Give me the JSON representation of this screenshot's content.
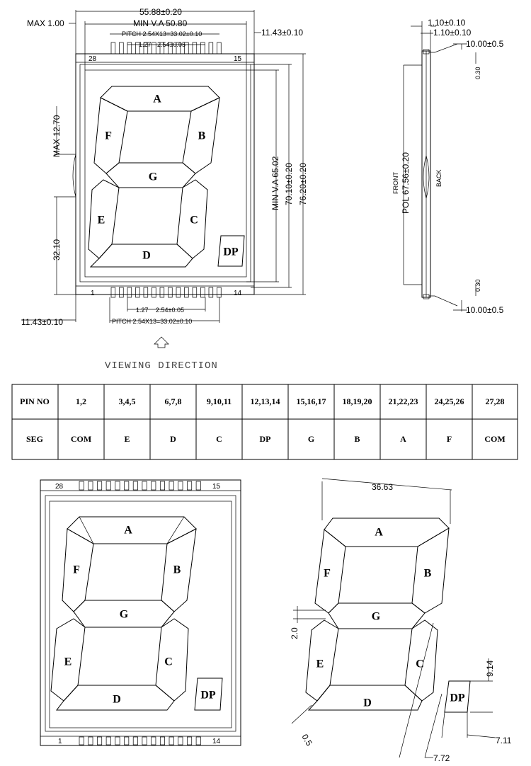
{
  "top_view": {
    "dim_width": "55.88±0.20",
    "dim_max_left": "MAX 1.00",
    "dim_min_va": "MIN  V.A  50.80",
    "dim_right_offset": "11.43±0.10",
    "dim_pitch_top": "PITCH  2.54X13=33.02±0.10",
    "dim_pitch_small_top": "1.27",
    "dim_pitch_step_top": "2.54±0.05",
    "pin_28": "28",
    "pin_15": "15",
    "pin_1": "1",
    "pin_14": "14",
    "dim_max_height": "MAX  12.70",
    "dim_32": "32.10",
    "dim_min_va_h": "MIN  V.A  65.02",
    "dim_70": "70.10±0.20",
    "dim_76": "76.20±0.20",
    "dim_left_offset": "11.43±0.10",
    "dim_pitch_small_bot": "1.27",
    "dim_pitch_step_bot": "2.54±0.05",
    "dim_pitch_bot": "PITCH  2.54X13=33.02±0.10",
    "segments": {
      "a": "A",
      "b": "B",
      "c": "C",
      "d": "D",
      "e": "E",
      "f": "F",
      "g": "G",
      "dp": "DP"
    }
  },
  "side_view": {
    "dim_110a": "1.10±0.10",
    "dim_110b": "1.10±0.10",
    "dim_10_top": "10.00±0.5",
    "dim_030_top": "0.30",
    "front": "FRONT",
    "pol": "POL  67.56±0.20",
    "back": "BACK",
    "dim_030_bot": "0.30",
    "dim_10_bot": "10.00±0.5"
  },
  "viewing_direction": "VIEWING  DIRECTION",
  "pin_table": {
    "header_label": "PIN  NO",
    "row_label": "SEG",
    "pins": [
      "1,2",
      "3,4,5",
      "6,7,8",
      "9,10,11",
      "12,13,14",
      "15,16,17",
      "18,19,20",
      "21,22,23",
      "24,25,26",
      "27,28"
    ],
    "segs": [
      "COM",
      "E",
      "D",
      "C",
      "DP",
      "G",
      "B",
      "A",
      "F",
      "COM"
    ]
  },
  "bottom_left": {
    "pin_28": "28",
    "pin_15": "15",
    "pin_1": "1",
    "pin_14": "14",
    "segments": {
      "a": "A",
      "b": "B",
      "c": "C",
      "d": "D",
      "e": "E",
      "f": "F",
      "g": "G",
      "dp": "DP"
    }
  },
  "bottom_right": {
    "dim_width": "36.63",
    "dim_gap": "2.0",
    "dim_bevel": "0.5",
    "dim_dp_h": "9.14",
    "dim_dp_w": "7.11",
    "dim_seg_w": "7.72",
    "segments": {
      "a": "A",
      "b": "B",
      "c": "C",
      "d": "D",
      "e": "E",
      "f": "F",
      "g": "G",
      "dp": "DP"
    }
  }
}
